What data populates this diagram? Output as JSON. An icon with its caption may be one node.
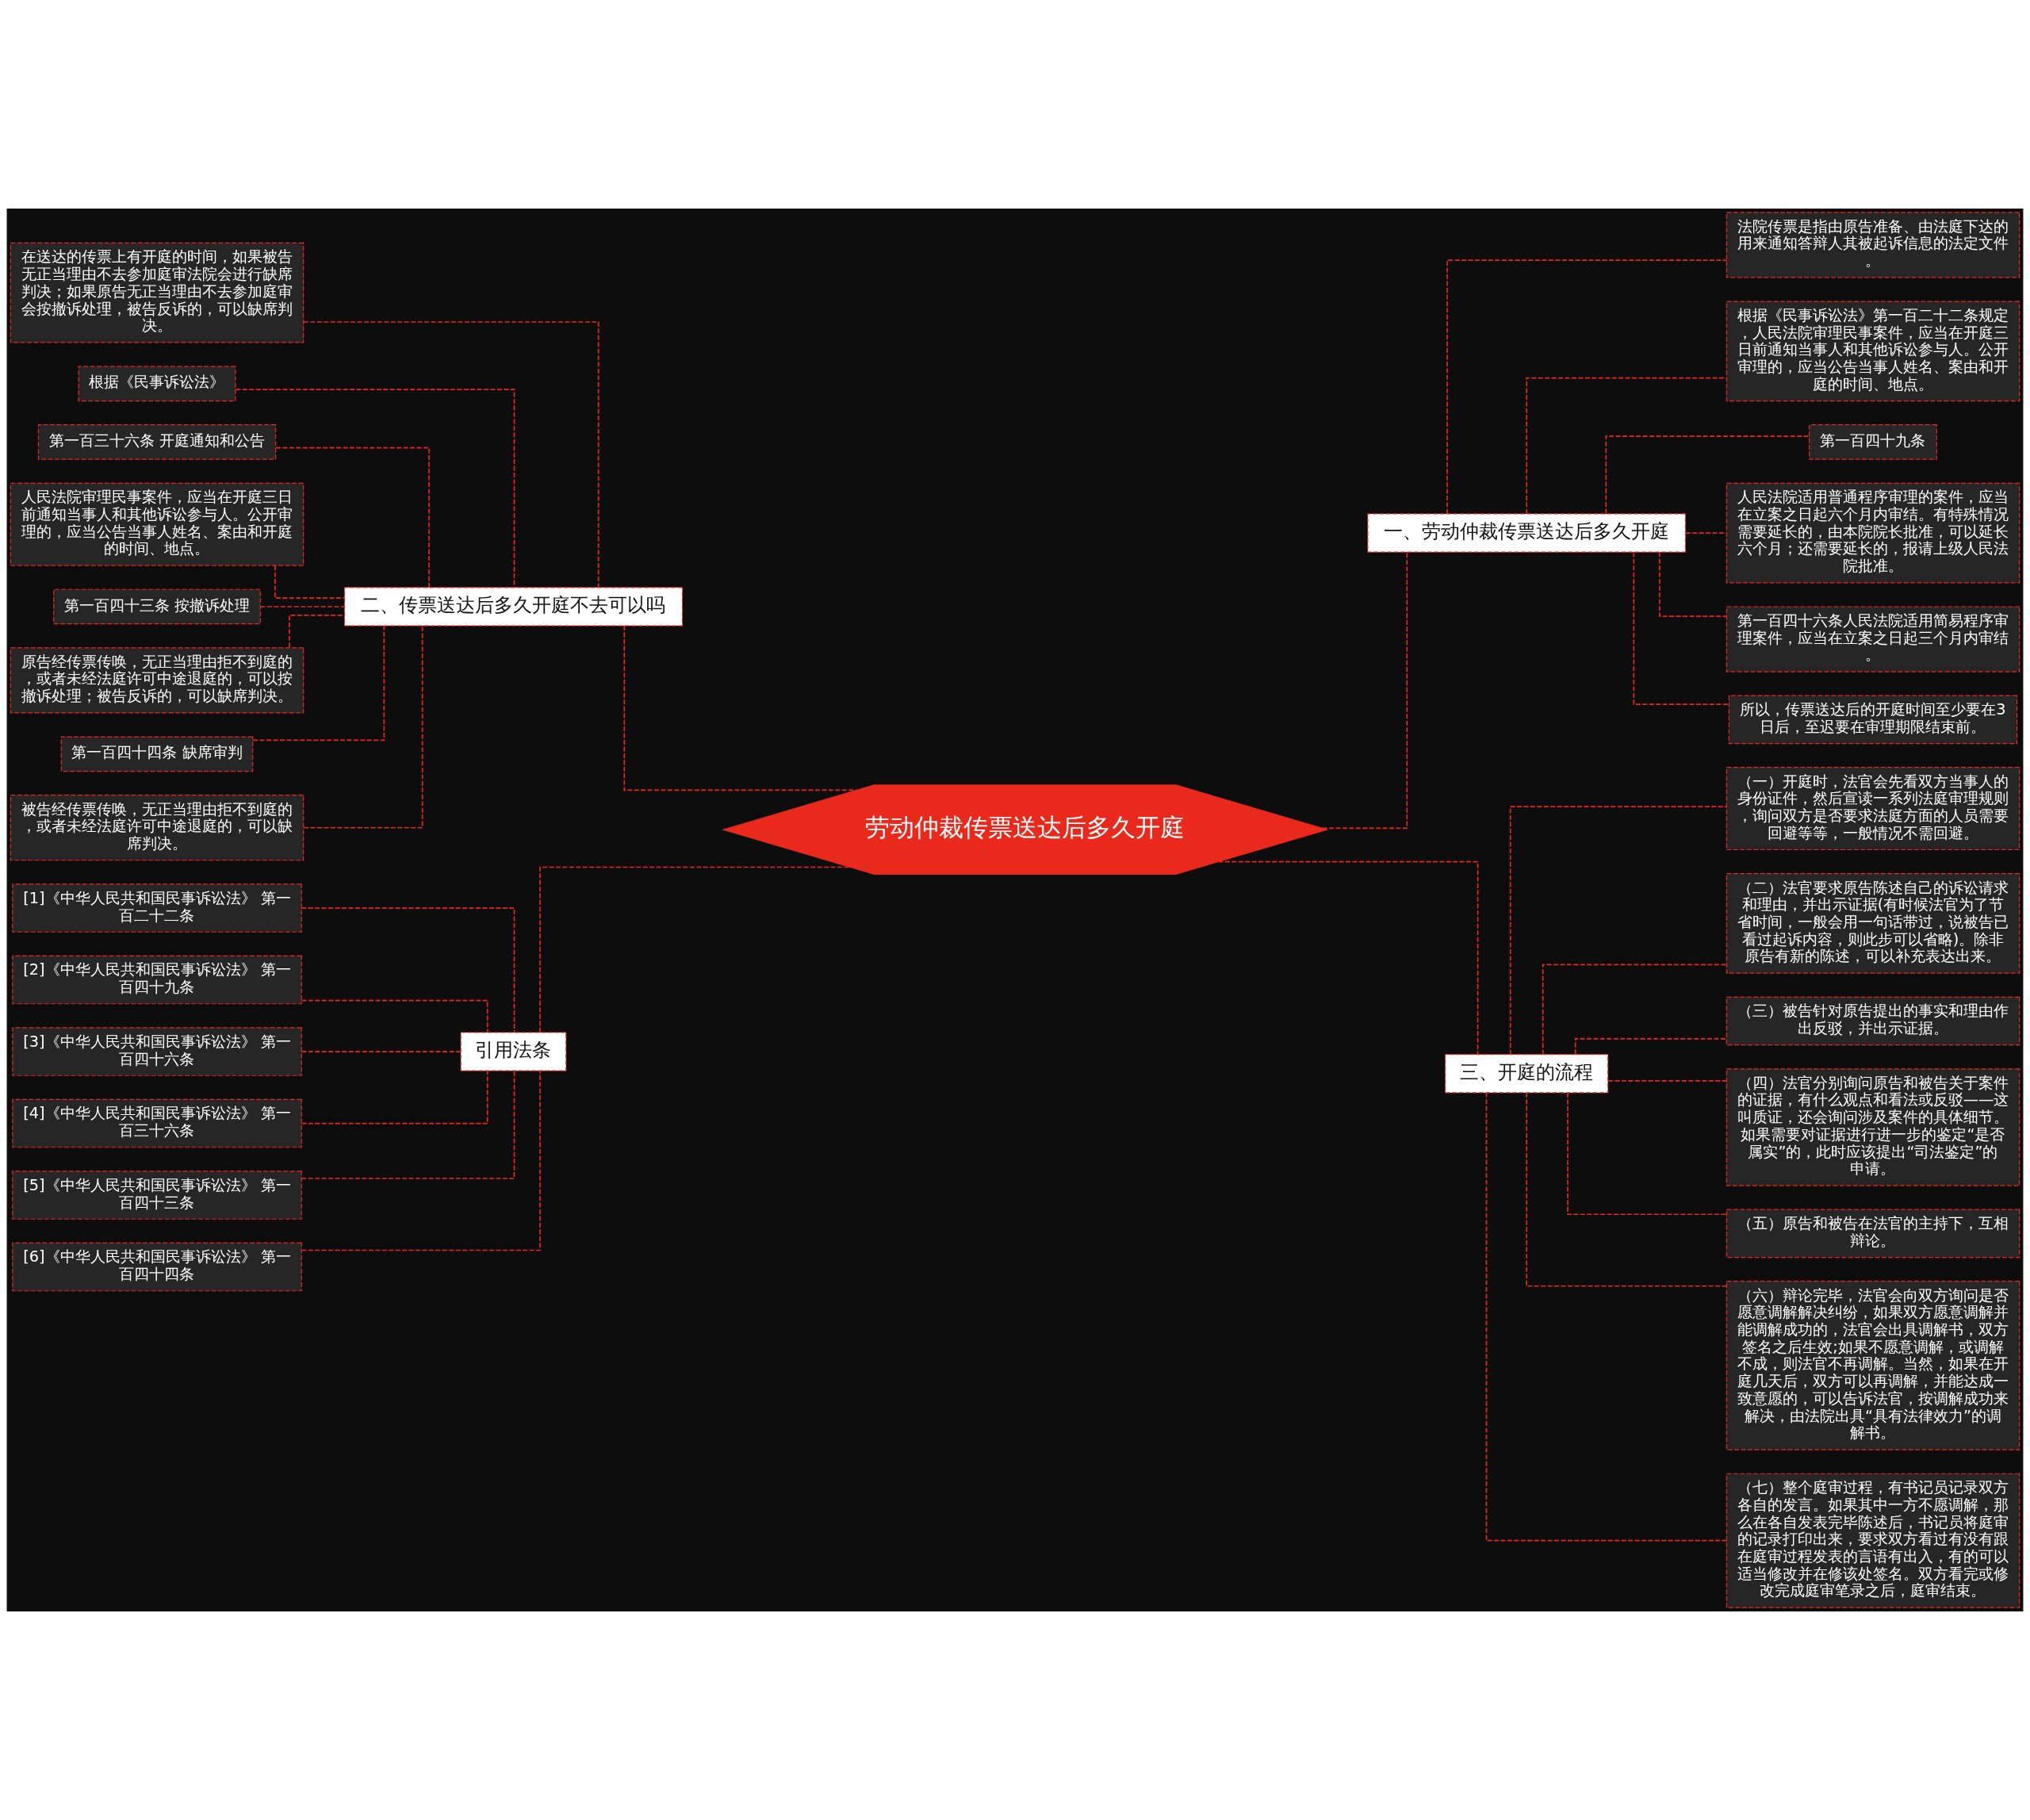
{
  "diagram": {
    "nodes": [
      {
        "text": [
          "劳动仲裁传票送达后多久开庭"
        ]
      },
      {
        "text": [
          "一、劳动仲裁传票送达后多久开庭"
        ]
      },
      {
        "text": [
          "法院传票是指由原告准备、由法庭下达的用来通知答辩人其被起诉信息的法定文件。"
        ]
      },
      {
        "text": [
          "根据《民事诉讼法》第一百二十二条规定，人民法院审理民事案件，应当在开庭三日前通知当事人和其他诉讼参与人。公开审理的，应当公告当事人姓名、案由和开庭的时间、地点。"
        ]
      },
      {
        "text": [
          "第一百四十九条"
        ]
      },
      {
        "text": [
          "人民法院适用普通程序审理的案件，应当在立案之日起六个月内审结。有特殊情况需要延长的，由本院院长批准，可以延长六个月；还需要延长的，报请上级人民法院批准。"
        ]
      },
      {
        "text": [
          "第一百四十六条人民法院适用简易程序审理案件，应当在立案之日起三个月内审结。"
        ]
      },
      {
        "text": [
          "所以，传票送达后的开庭时间至少要在3日后，至迟要在审理期限结束前。"
        ]
      },
      {
        "text": [
          "二、传票送达后多久开庭不去可以吗"
        ]
      },
      {
        "text": [
          "在送达的传票上有开庭的时间，如果被告无正当理由不去参加庭审法院会进行缺席判决；如果原告无正当理由不去参加庭审会按撤诉处理，被告反诉的，可以缺席判决。"
        ]
      },
      {
        "text": [
          "根据《民事诉讼法》"
        ]
      },
      {
        "text": [
          "第一百三十六条 开庭通知和公告"
        ]
      },
      {
        "text": [
          "人民法院审理民事案件，应当在开庭三日前通知当事人和其他诉讼参与人。公开审理的，应当公告当事人姓名、案由和开庭的时间、地点。"
        ]
      },
      {
        "text": [
          "第一百四十三条 按撤诉处理"
        ]
      },
      {
        "text": [
          "原告经传票传唤，无正当理由拒不到庭的，或者未经法庭许可中途退庭的，可以按撤诉处理；被告反诉的，可以缺席判决。"
        ]
      },
      {
        "text": [
          "第一百四十四条 缺席审判"
        ]
      },
      {
        "text": [
          "被告经传票传唤，无正当理由拒不到庭的，或者未经法庭许可中途退庭的，可以缺席判决。"
        ]
      },
      {
        "text": [
          "三、开庭的流程"
        ]
      },
      {
        "text": [
          "（一）开庭时，法官会先看双方当事人的身份证件，然后宣读一系列法庭审理规则，询问双方是否要求法庭方面的人员需要回避等等，一般情况不需回避。"
        ]
      },
      {
        "text": [
          "（二）法官要求原告陈述自己的诉讼请求和理由，并出示证据(有时候法官为了节省时间，一般会用一句话带过，说被告已看过起诉内容，则此步可以省略)。除非原告有新的陈述，可以补充表达出来。"
        ]
      },
      {
        "text": [
          "（三）被告针对原告提出的事实和理由作出反驳，并出示证据。"
        ]
      },
      {
        "text": [
          "（四）法官分别询问原告和被告关于案件的证据，有什么观点和看法或反驳——这叫质证，还会询问涉及案件的具体细节。如果需要对证据进行进一步的鉴定“是否属实”的，此时应该提出“司法鉴定”的申请。"
        ]
      },
      {
        "text": [
          "（五）原告和被告在法官的主持下，互相辩论。"
        ]
      },
      {
        "text": [
          "（六）辩论完毕，法官会向双方询问是否愿意调解解决纠纷，如果双方愿意调解并能调解成功的，法官会出具调解书，双方签名之后生效;如果不愿意调解，或调解不成，则法官不再调解。当然，如果在开庭几天后，双方可以再调解，并能达成一致意愿的，可以告诉法官，按调解成功来解决，由法院出具“具有法律效力”的调解书。"
        ]
      },
      {
        "text": [
          "（七）整个庭审过程，有书记员记录双方各自的发言。如果其中一方不愿调解，那么在各自发表完毕陈述后，书记员将庭审的记录打印出来，要求双方看过有没有跟在庭审过程发表的言语有出入，有的可以适当修改并在修该处签名。双方看完或修改完成庭审笔录之后，庭审结束。"
        ]
      },
      {
        "text": [
          "引用法条"
        ]
      },
      {
        "text": [
          "[1]《中华人民共和国民事诉讼法》 第一百二十二条"
        ]
      },
      {
        "text": [
          "[2]《中华人民共和国民事诉讼法》 第一百四十九条"
        ]
      },
      {
        "text": [
          "[3]《中华人民共和国民事诉讼法》 第一百四十六条"
        ]
      },
      {
        "text": [
          "[4]《中华人民共和国民事诉讼法》 第一百三十六条"
        ]
      },
      {
        "text": [
          "[5]《中华人民共和国民事诉讼法》 第一百四十三条"
        ]
      },
      {
        "text": [
          "[6]《中华人民共和国民事诉讼法》 第一百四十四条"
        ]
      }
    ],
    "edges": [
      {
        "from": 0,
        "to": 1,
        "arrow": "none"
      },
      {
        "from": 1,
        "to": 2,
        "arrow": "none"
      },
      {
        "from": 1,
        "to": 3,
        "arrow": "none"
      },
      {
        "from": 1,
        "to": 4,
        "arrow": "none"
      },
      {
        "from": 1,
        "to": 5,
        "arrow": "none"
      },
      {
        "from": 1,
        "to": 6,
        "arrow": "none"
      },
      {
        "from": 1,
        "to": 7,
        "arrow": "none"
      },
      {
        "from": 0,
        "to": 8,
        "arrow": "none"
      },
      {
        "from": 8,
        "to": 9,
        "arrow": "none"
      },
      {
        "from": 8,
        "to": 10,
        "arrow": "none"
      },
      {
        "from": 8,
        "to": 11,
        "arrow": "none"
      },
      {
        "from": 8,
        "to": 12,
        "arrow": "none"
      },
      {
        "from": 8,
        "to": 13,
        "arrow": "none"
      },
      {
        "from": 8,
        "to": 14,
        "arrow": "none"
      },
      {
        "from": 8,
        "to": 15,
        "arrow": "none"
      },
      {
        "from": 8,
        "to": 16,
        "arrow": "none"
      },
      {
        "from": 0,
        "to": 17,
        "arrow": "none"
      },
      {
        "from": 17,
        "to": 18,
        "arrow": "none"
      },
      {
        "from": 17,
        "to": 19,
        "arrow": "none"
      },
      {
        "from": 17,
        "to": 20,
        "arrow": "none"
      },
      {
        "from": 17,
        "to": 21,
        "arrow": "none"
      },
      {
        "from": 17,
        "to": 22,
        "arrow": "none"
      },
      {
        "from": 17,
        "to": 23,
        "arrow": "none"
      },
      {
        "from": 17,
        "to": 24,
        "arrow": "none"
      },
      {
        "from": 0,
        "to": 25,
        "arrow": "none"
      },
      {
        "from": 25,
        "to": 26,
        "arrow": "none"
      },
      {
        "from": 25,
        "to": 27,
        "arrow": "none"
      },
      {
        "from": 25,
        "to": 28,
        "arrow": "none"
      },
      {
        "from": 25,
        "to": 29,
        "arrow": "none"
      },
      {
        "from": 25,
        "to": 30,
        "arrow": "none"
      },
      {
        "from": 25,
        "to": 31,
        "arrow": "none"
      }
    ]
  }
}
